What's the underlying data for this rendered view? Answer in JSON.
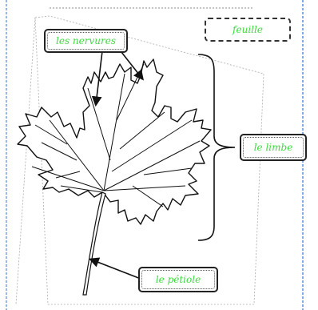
{
  "labels": {
    "nervures": "les nervures",
    "feuille": "feuille",
    "limbe": "le limbe",
    "petiole": "le pétiole"
  },
  "colors": {
    "label_text": "#3fd93f",
    "ink": "#222222",
    "margin_line": "#2f6fd6"
  }
}
